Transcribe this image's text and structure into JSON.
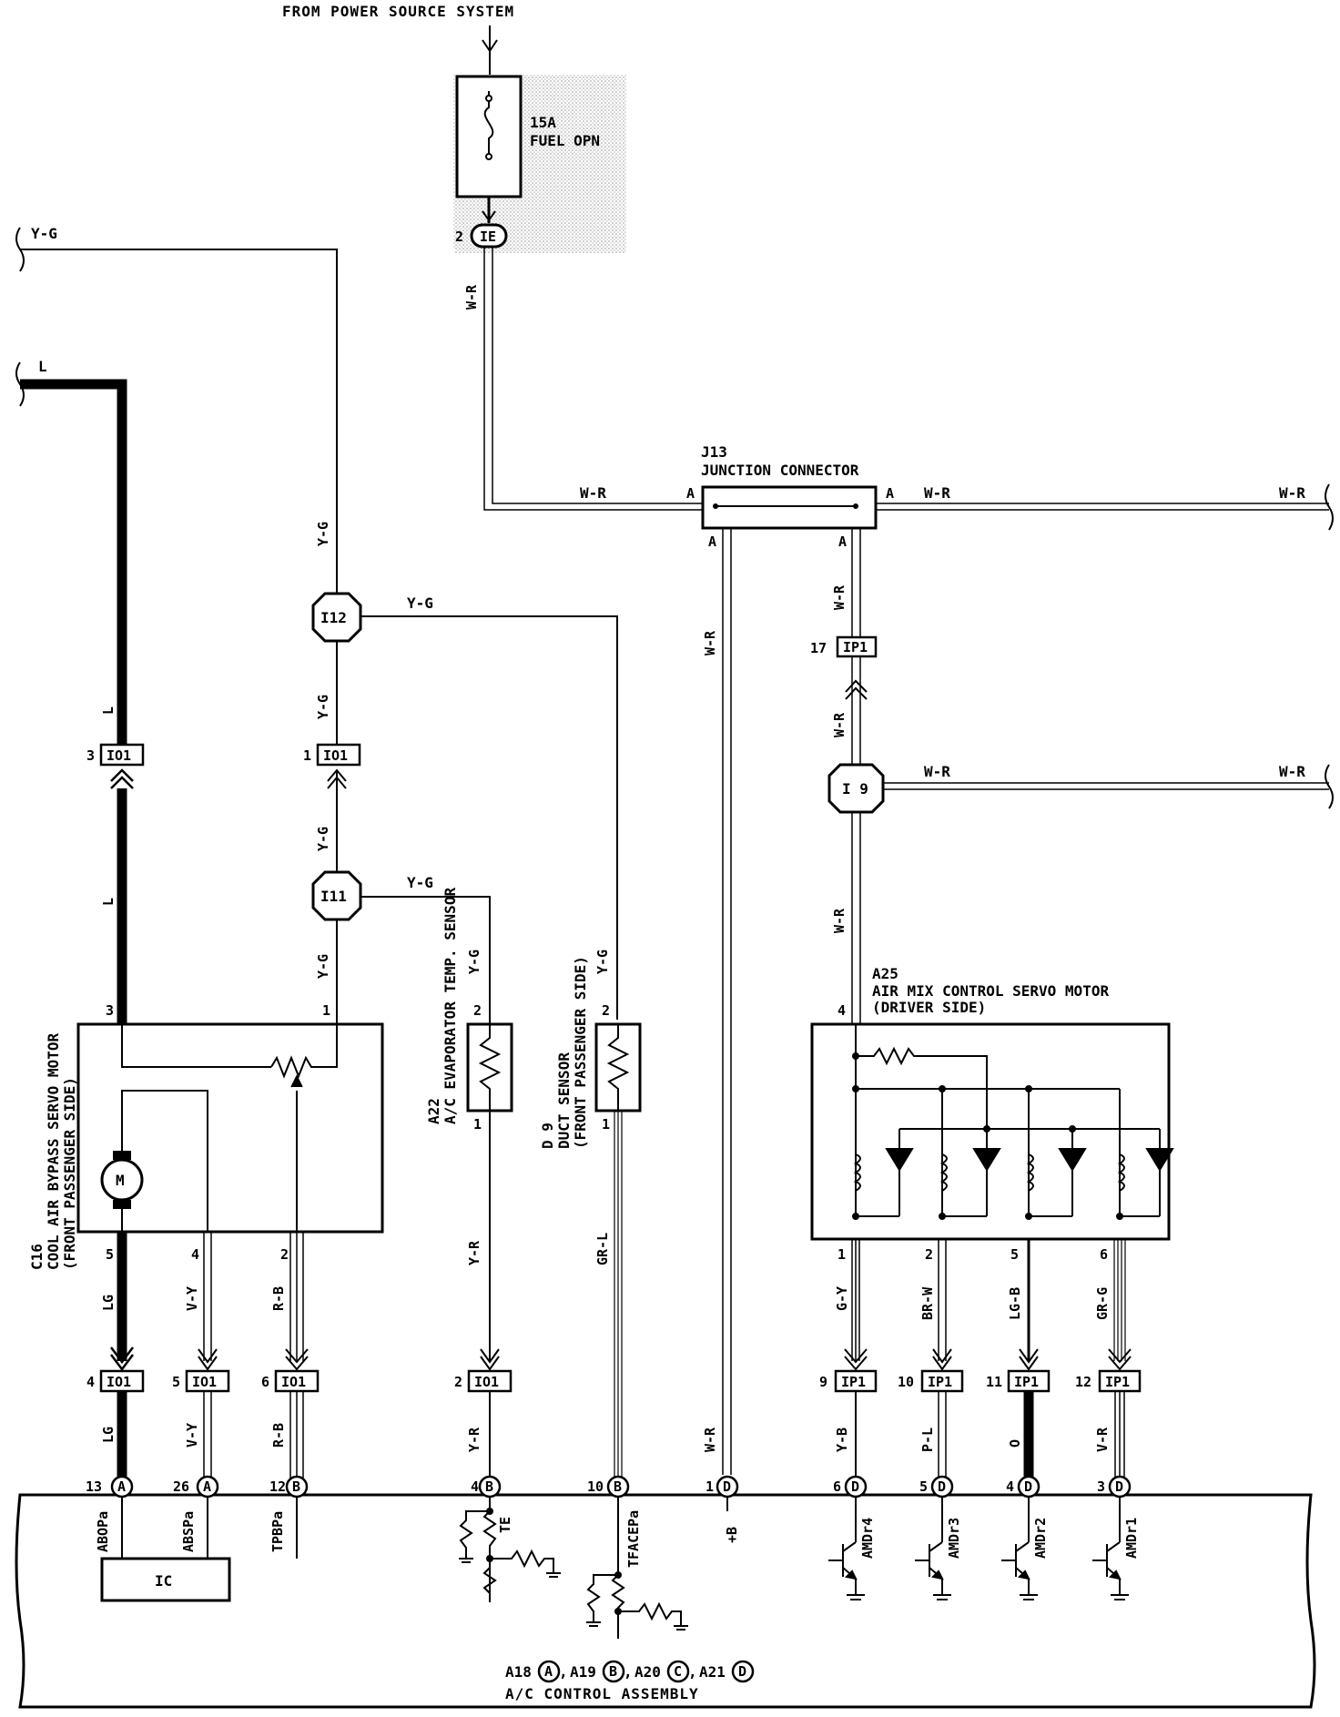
{
  "power_source": "FROM POWER SOURCE SYSTEM",
  "fuse": {
    "rating": "15A",
    "name": "FUEL OPN"
  },
  "junction": {
    "id": "J13",
    "name": "JUNCTION CONNECTOR",
    "pin": "A"
  },
  "connectors": {
    "ie": "IE",
    "ie_pin": "2",
    "i12": "I12",
    "i11": "I11",
    "i9": "I 9",
    "io1": "IO1",
    "ip1": "IP1"
  },
  "wires": {
    "wr": "W-R",
    "yg": "Y-G",
    "l": "L",
    "lg": "LG",
    "vy": "V-Y",
    "rb": "R-B",
    "yr": "Y-R",
    "grl": "GR-L",
    "gy": "G-Y",
    "brw": "BR-W",
    "lgb": "LG-B",
    "grg": "GR-G",
    "yb": "Y-B",
    "pl": "P-L",
    "o": "O",
    "vr": "V-R"
  },
  "components": {
    "c16": {
      "id": "C16",
      "line1": "COOL AIR BYPASS SERVO MOTOR",
      "line2": "(FRONT PASSENGER SIDE)",
      "motor": "M"
    },
    "a22": {
      "id": "A22",
      "line1": "A/C EVAPORATOR TEMP. SENSOR"
    },
    "d9": {
      "id": "D 9",
      "line1": "DUCT SENSOR",
      "line2": "(FRONT PASSENGER SIDE)"
    },
    "a25": {
      "id": "A25",
      "line1": "AIR MIX CONTROL SERVO MOTOR",
      "line2": "(DRIVER SIDE)"
    }
  },
  "pins": {
    "p1": "1",
    "p2": "2",
    "p3": "3",
    "p4": "4",
    "p5": "5",
    "p6": "6",
    "p9": "9",
    "p10": "10",
    "p11": "11",
    "p12": "12",
    "p13": "13",
    "p17": "17",
    "p26": "26"
  },
  "terminals": {
    "a": "A",
    "b": "B",
    "c": "C",
    "d": "D",
    "abop": "ABOPa",
    "absp": "ABSPa",
    "tpbp": "TPBPa",
    "te": "TE",
    "tface": "TFACEPa",
    "b_plus": "+B",
    "amd4": "AMDr4",
    "amd3": "AMDr3",
    "amd2": "AMDr2",
    "amd1": "AMDr1"
  },
  "ic_label": "IC",
  "assembly": {
    "a18": "A18",
    "a19": "A19",
    "a20": "A20",
    "a21": "A21",
    "sep": ",",
    "name": "A/C CONTROL ASSEMBLY"
  }
}
